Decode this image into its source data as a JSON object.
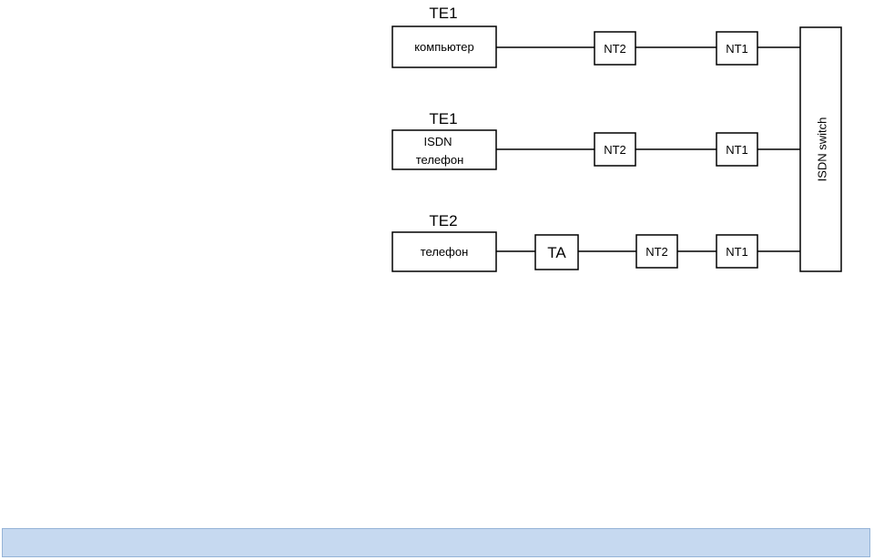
{
  "diagram": {
    "rows": [
      {
        "terminal_type": "TE1",
        "device_lines": [
          "компьютер"
        ],
        "has_ta": false,
        "nt2": "NT2",
        "nt1": "NT1"
      },
      {
        "terminal_type": "TE1",
        "device_lines": [
          "ISDN",
          "телефон"
        ],
        "has_ta": false,
        "nt2": "NT2",
        "nt1": "NT1"
      },
      {
        "terminal_type": "TE2",
        "device_lines": [
          "телефон"
        ],
        "has_ta": true,
        "ta": "TA",
        "nt2": "NT2",
        "nt1": "NT1"
      }
    ],
    "switch_label": "ISDN switch"
  },
  "colors": {
    "bar_fill": "#c6d9f0",
    "bar_border": "#95b3d7",
    "stroke": "#000000"
  }
}
